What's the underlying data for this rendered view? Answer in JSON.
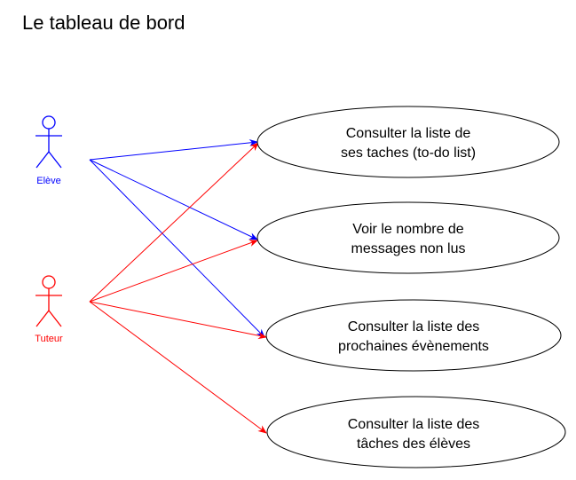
{
  "title": "Le tableau de bord",
  "colors": {
    "eleve": "#0000ff",
    "tuteur": "#ff0000",
    "ellipse_stroke": "#000000"
  },
  "actors": {
    "eleve": {
      "label": "Elève"
    },
    "tuteur": {
      "label": "Tuteur"
    }
  },
  "use_cases": [
    {
      "id": "todo",
      "line1": "Consulter la liste de",
      "line2": "ses taches (to-do list)"
    },
    {
      "id": "messages",
      "line1": "Voir le nombre de",
      "line2": "messages non lus"
    },
    {
      "id": "events",
      "line1": "Consulter la liste des",
      "line2": "prochaines évènements"
    },
    {
      "id": "student-tasks",
      "line1": "Consulter la liste des",
      "line2": "tâches des élèves"
    }
  ],
  "associations": {
    "eleve": [
      "todo",
      "messages",
      "events"
    ],
    "tuteur": [
      "todo",
      "messages",
      "events",
      "student-tasks"
    ]
  }
}
